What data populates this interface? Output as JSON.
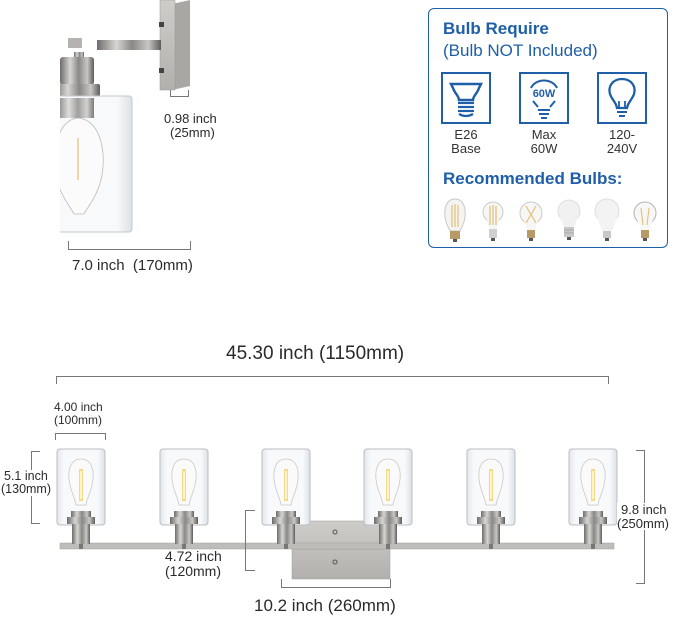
{
  "single_sconce": {
    "depth_label_line1": "0.98 inch",
    "depth_label_line2": "(25mm)",
    "width_label": "7.0 inch  (170mm)"
  },
  "bulb_panel": {
    "title": "Bulb Require",
    "subtitle": "(Bulb NOT Included)",
    "specs": [
      {
        "icon": "e26-base-icon",
        "line1": "E26",
        "line2": "Base"
      },
      {
        "icon": "60w-bulb-icon",
        "icon_text": "60W",
        "line1": "Max",
        "line2": "60W"
      },
      {
        "icon": "lightbulb-icon",
        "line1": "120-",
        "line2": "240V"
      }
    ],
    "recommended_title": "Recommended Bulbs:",
    "recommended_bulbs": [
      "st64-filament-bulb",
      "a19-filament-bulb",
      "a19-spiral-filament-bulb",
      "a19-frosted-bulb",
      "a21-frosted-bulb",
      "a19-clear-filament-bulb"
    ],
    "accent_color": "#1f5fa8"
  },
  "fixture": {
    "light_count": 6,
    "total_width_label": "45.30 inch (1150mm)",
    "shade_width_line1": "4.00 inch",
    "shade_width_line2": "(100mm)",
    "shade_height_line1": "5.1 inch",
    "shade_height_line2": "(130mm)",
    "backplate_height_line1": "4.72 inch",
    "backplate_height_line2": "(120mm)",
    "total_height_line1": "9.8 inch",
    "total_height_line2": "(250mm)",
    "backplate_width_label": "10.2 inch (260mm)",
    "finish_color": "#b9b7b4"
  }
}
